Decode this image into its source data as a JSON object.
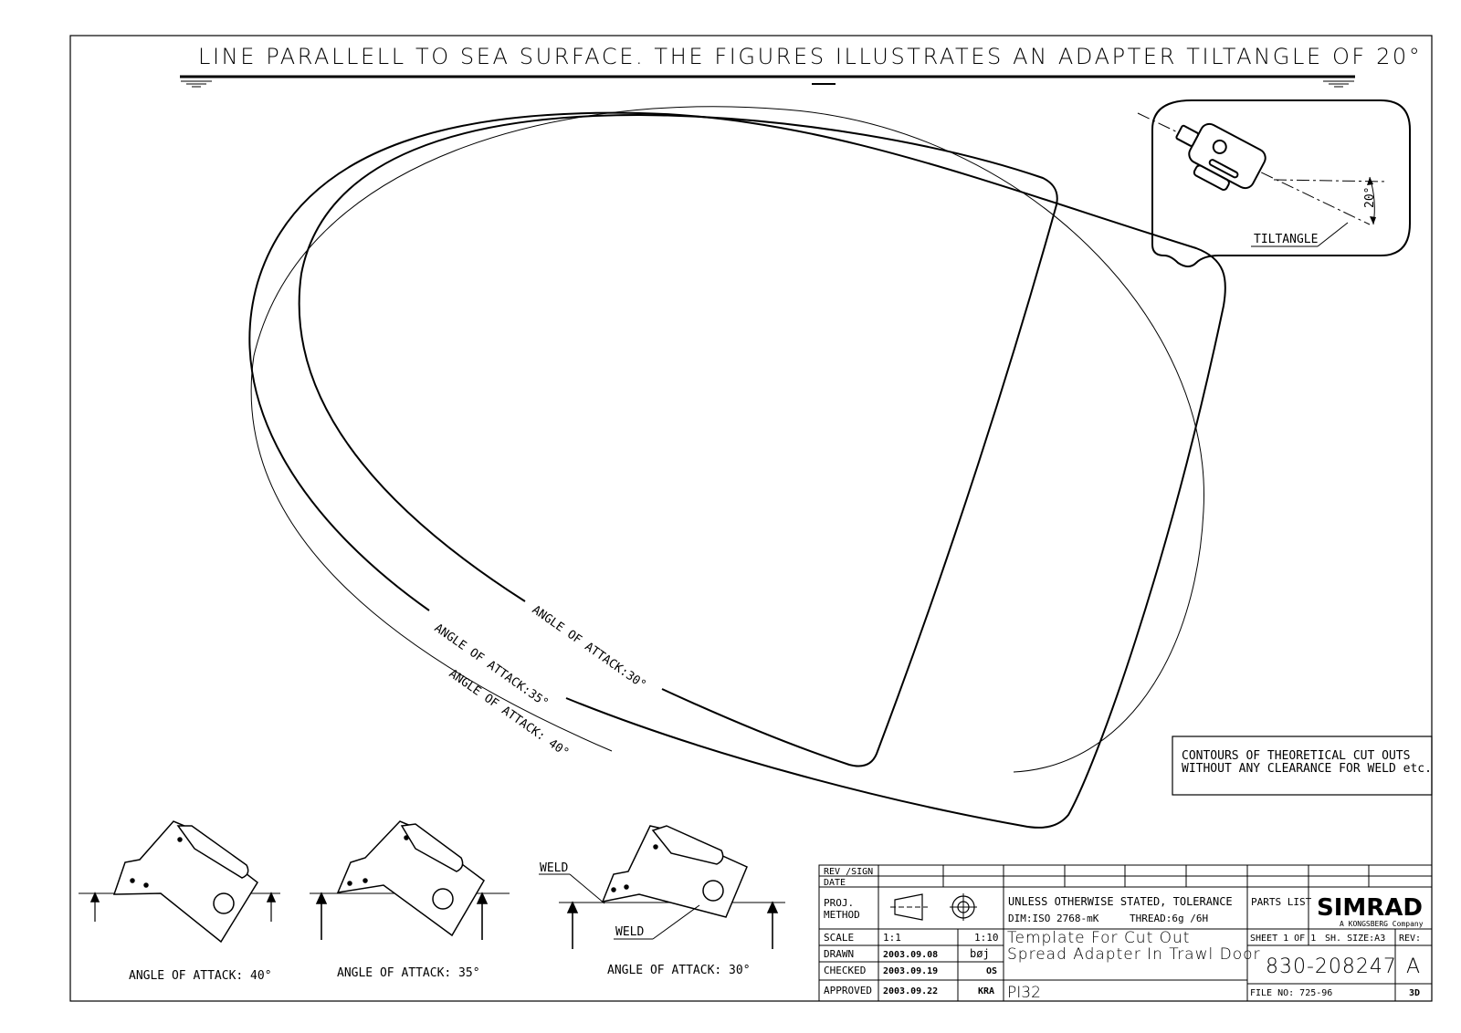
{
  "header": {
    "title": "LINE PARALLELL TO SEA SURFACE. THE FIGURES ILLUSTRATES AN ADAPTER TILTANGLE OF 20°"
  },
  "inset": {
    "angle_label": "20°",
    "tilt_label": "TILTANGLE"
  },
  "contours": {
    "labels": [
      "ANGLE OF ATTACK:30°",
      "ANGLE OF ATTACK:35°",
      "ANGLE OF ATTACK: 40°"
    ]
  },
  "note": {
    "line1": "CONTOURS OF THEORETICAL CUT OUTS",
    "line2": "WITHOUT ANY CLEARANCE FOR WELD etc."
  },
  "views": {
    "captions": [
      "ANGLE OF ATTACK: 40°",
      "ANGLE OF ATTACK: 35°",
      "ANGLE OF ATTACK: 30°"
    ],
    "weld_label": "WELD"
  },
  "title_block": {
    "rev_sign": "REV /SIGN",
    "date": "DATE",
    "proj_method_1": "PROJ.",
    "proj_method_2": "METHOD",
    "scale_label": "SCALE",
    "scale_value": "1:1",
    "scale_value_2": "1:10",
    "drawn_label": "DRAWN",
    "drawn_date": "2003.09.08",
    "drawn_sign": "bøj",
    "checked_label": "CHECKED",
    "checked_date": "2003.09.19",
    "checked_sign": "OS",
    "approved_label": "APPROVED",
    "approved_date": "2003.09.22",
    "approved_sign": "KRA",
    "tolerance_text": "UNLESS OTHERWISE STATED, TOLERANCE",
    "dim_text": "DIM:ISO 2768-mK",
    "thread_text": "THREAD:6g /6H",
    "title_line1": "Template For Cut Out",
    "title_line2": "Spread Adapter In Trawl Door",
    "code": "PI32",
    "parts_list": "PARTS LIST",
    "company": "SIMRAD",
    "company_sub": "A KONGSBERG Company",
    "sheet": "SHEET 1 OF 1",
    "sheet_size": "SH. SIZE:A3",
    "rev_label": "REV:",
    "drawing_number": "830-208247",
    "rev_value": "A",
    "file_no": "FILE NO: 725-96",
    "format": "3D"
  }
}
